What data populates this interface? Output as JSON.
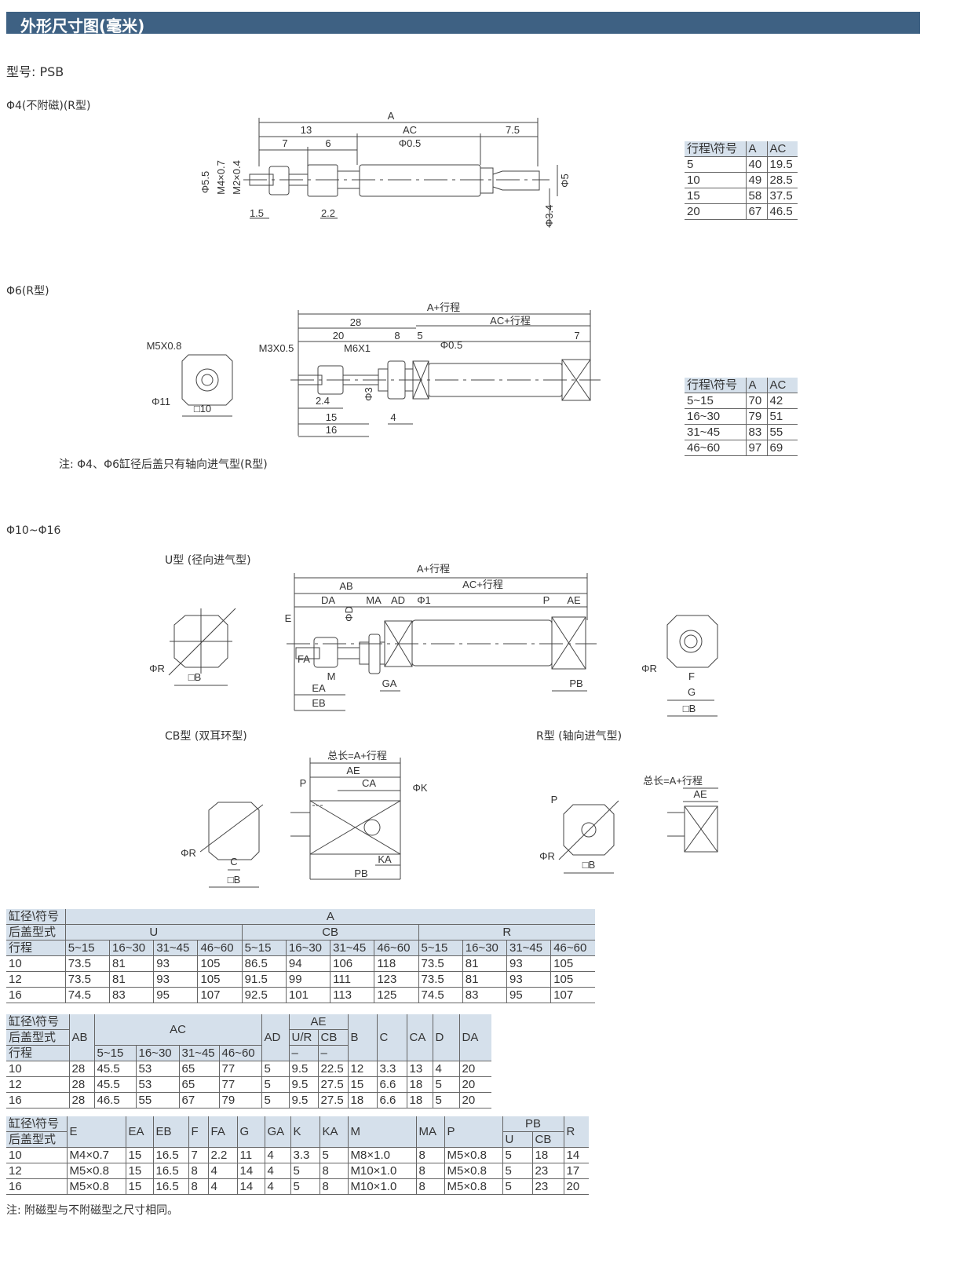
{
  "header": {
    "title": "外形尺寸图(毫米)"
  },
  "model": "型号: PSB",
  "sections": {
    "phi4": "Φ4(不附磁)(R型)",
    "phi6": "Φ6(R型)",
    "phi6_note": "注: Φ4、Φ6缸径后盖只有轴向进气型(R型)",
    "phi10_16": "Φ10~Φ16",
    "u_type": "U型 (径向进气型)",
    "cb_type": "CB型 (双耳环型)",
    "r_type": "R型 (轴向进气型)",
    "footer_note": "注: 附磁型与不附磁型之尺寸相同。"
  },
  "drawings": {
    "d1": [
      "A",
      "13",
      "AC",
      "7.5",
      "7",
      "6",
      "Φ0.5",
      "Φ5.5",
      "M4×0.7",
      "M2×0.4",
      "Φ5",
      "Φ3.4",
      "1.5",
      "2.2"
    ],
    "d2": [
      "A+行程",
      "28",
      "AC+行程",
      "20",
      "8",
      "5",
      "Φ0.5",
      "7",
      "M5X0.8",
      "M3X0.5",
      "M6X1",
      "Φ11",
      "□10",
      "2.4",
      "Φ3",
      "15",
      "4",
      "16"
    ],
    "d3": [
      "A+行程",
      "AB",
      "AC+行程",
      "DA",
      "MA",
      "AD",
      "Φ1",
      "P",
      "AE",
      "E",
      "ΦD",
      "FA",
      "M",
      "EA",
      "GA",
      "PB",
      "EB",
      "ΦR",
      "□B",
      "ΦR",
      "F",
      "G",
      "□B"
    ],
    "d4": [
      "总长=A+行程",
      "AE",
      "P",
      "CA",
      "ΦK",
      "KA",
      "PB",
      "ΦR",
      "C",
      "□B"
    ],
    "d5": [
      "总长=A+行程",
      "AE",
      "P",
      "ΦR",
      "□B"
    ]
  },
  "table_phi4": {
    "headers": [
      "行程\\符号",
      "A",
      "AC"
    ],
    "rows": [
      [
        "5",
        "40",
        "19.5"
      ],
      [
        "10",
        "49",
        "28.5"
      ],
      [
        "15",
        "58",
        "37.5"
      ],
      [
        "20",
        "67",
        "46.5"
      ]
    ]
  },
  "table_phi6": {
    "headers": [
      "行程\\符号",
      "A",
      "AC"
    ],
    "rows": [
      [
        "5~15",
        "70",
        "42"
      ],
      [
        "16~30",
        "79",
        "51"
      ],
      [
        "31~45",
        "83",
        "55"
      ],
      [
        "46~60",
        "97",
        "69"
      ]
    ]
  },
  "table_a": {
    "h1": [
      "缸径\\符号",
      "A"
    ],
    "h2": [
      "后盖型式",
      "U",
      "CB",
      "R"
    ],
    "h3": [
      "行程",
      "5~15",
      "16~30",
      "31~45",
      "46~60",
      "5~15",
      "16~30",
      "31~45",
      "46~60",
      "5~15",
      "16~30",
      "31~45",
      "46~60"
    ],
    "rows": [
      [
        "10",
        "73.5",
        "81",
        "93",
        "105",
        "86.5",
        "94",
        "106",
        "118",
        "73.5",
        "81",
        "93",
        "105"
      ],
      [
        "12",
        "73.5",
        "81",
        "93",
        "105",
        "91.5",
        "99",
        "111",
        "123",
        "73.5",
        "81",
        "93",
        "105"
      ],
      [
        "16",
        "74.5",
        "83",
        "95",
        "107",
        "92.5",
        "101",
        "113",
        "125",
        "74.5",
        "83",
        "95",
        "107"
      ]
    ]
  },
  "table_b": {
    "labels": [
      "缸径\\符号",
      "后盖型式",
      "行程"
    ],
    "cols": {
      "AB": "AB",
      "AC": "AC",
      "AD": "AD",
      "AE": "AE",
      "UR": "U/R",
      "CB": "CB",
      "B": "B",
      "C": "C",
      "CA": "CA",
      "D": "D",
      "DA": "DA"
    },
    "strokes": [
      "5~15",
      "16~30",
      "31~45",
      "46~60"
    ],
    "dash": [
      "–",
      "–"
    ],
    "rows": [
      [
        "10",
        "28",
        "45.5",
        "53",
        "65",
        "77",
        "5",
        "9.5",
        "22.5",
        "12",
        "3.3",
        "13",
        "4",
        "20"
      ],
      [
        "12",
        "28",
        "45.5",
        "53",
        "65",
        "77",
        "5",
        "9.5",
        "27.5",
        "15",
        "6.6",
        "18",
        "5",
        "20"
      ],
      [
        "16",
        "28",
        "46.5",
        "55",
        "67",
        "79",
        "5",
        "9.5",
        "27.5",
        "18",
        "6.6",
        "18",
        "5",
        "20"
      ]
    ]
  },
  "table_c": {
    "labels": [
      "缸径\\符号",
      "后盖型式"
    ],
    "cols": [
      "E",
      "EA",
      "EB",
      "F",
      "FA",
      "G",
      "GA",
      "K",
      "KA",
      "M",
      "MA",
      "P"
    ],
    "pb": {
      "title": "PB",
      "u": "U",
      "cb": "CB"
    },
    "r": "R",
    "rows": [
      [
        "10",
        "M4×0.7",
        "15",
        "16.5",
        "7",
        "2.2",
        "11",
        "4",
        "3.3",
        "5",
        "M8×1.0",
        "8",
        "M5×0.8",
        "5",
        "18",
        "14"
      ],
      [
        "12",
        "M5×0.8",
        "15",
        "16.5",
        "8",
        "4",
        "14",
        "4",
        "5",
        "8",
        "M10×1.0",
        "8",
        "M5×0.8",
        "5",
        "23",
        "17"
      ],
      [
        "16",
        "M5×0.8",
        "15",
        "16.5",
        "8",
        "4",
        "14",
        "4",
        "5",
        "8",
        "M10×1.0",
        "8",
        "M5×0.8",
        "5",
        "23",
        "20"
      ]
    ]
  },
  "colors": {
    "header": "#3e6183",
    "table_header": "#d5e0eb"
  }
}
